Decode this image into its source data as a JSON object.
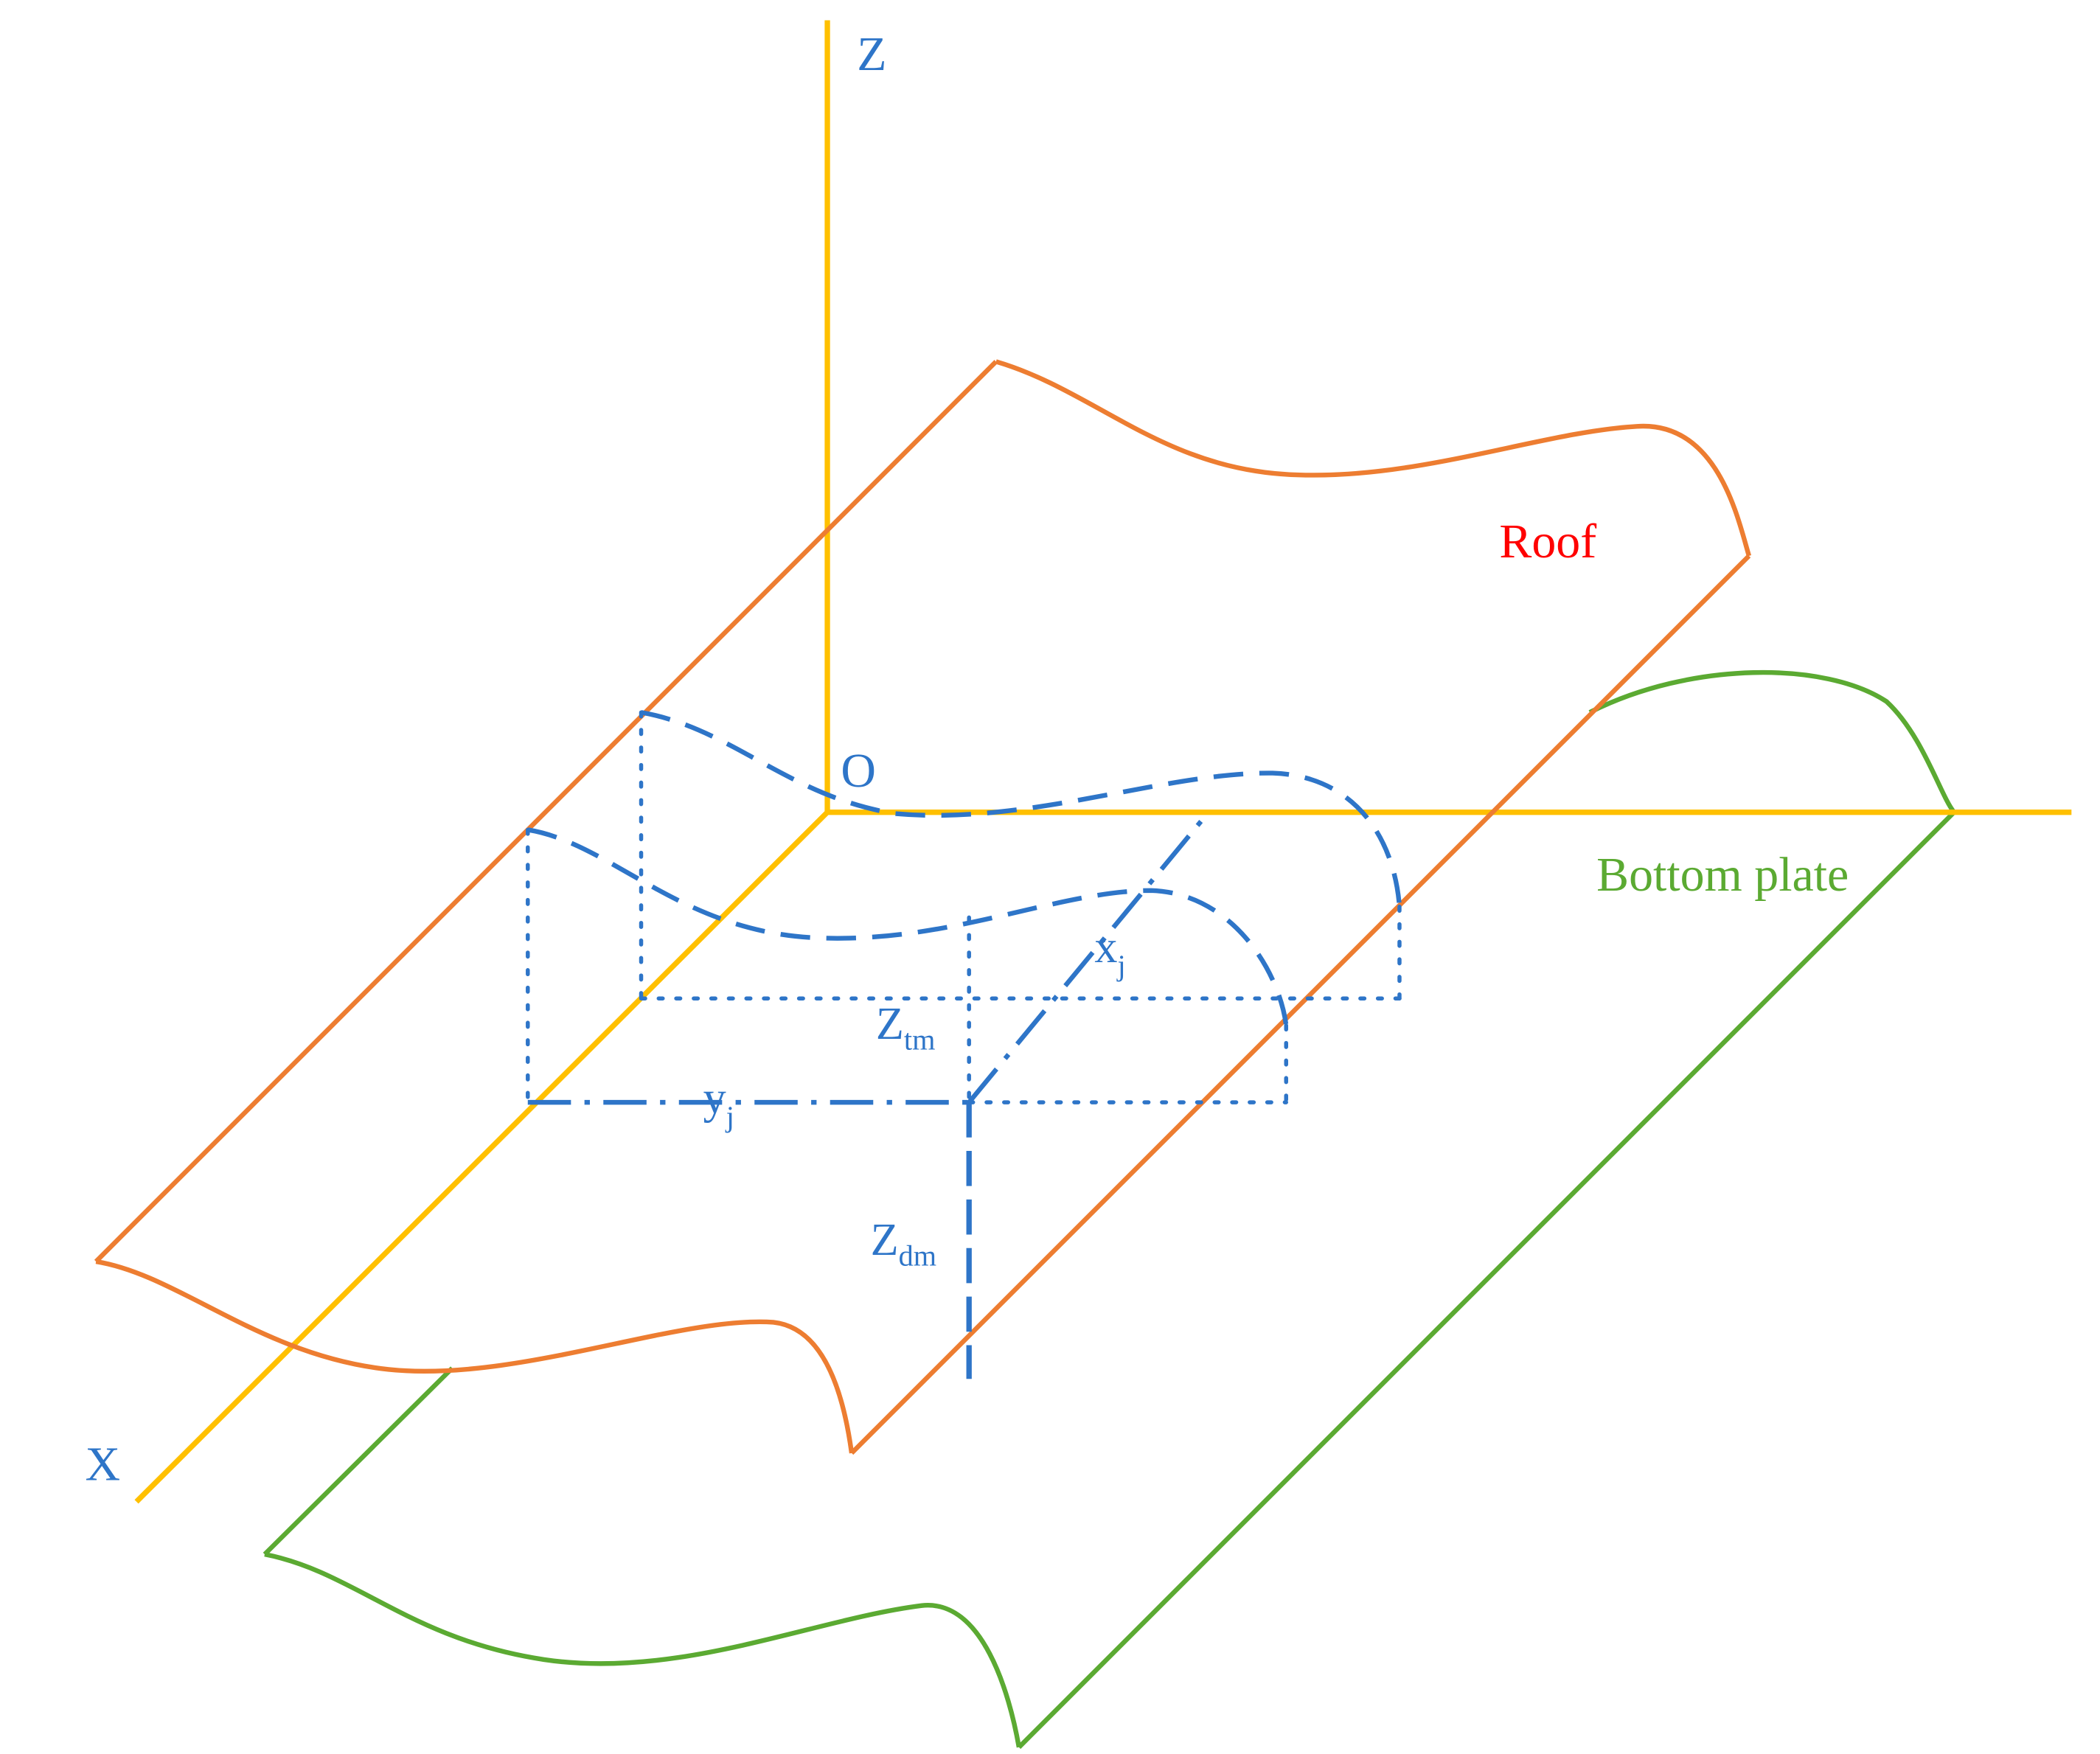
{
  "colors": {
    "axis": "#FFC000",
    "roof": "#ED7D31",
    "bottom_plate": "#5BAA32",
    "annotation": "#2E75C8",
    "roof_label": "#FF0000",
    "background": "#FFFFFF"
  },
  "axes": {
    "z_label": "Z",
    "x_label": "X",
    "origin_label": "O"
  },
  "surfaces": {
    "roof_label": "Roof",
    "bottom_plate_label": "Bottom plate"
  },
  "annotations": {
    "xj_main": "x",
    "xj_sub": "j",
    "yj_main": "y",
    "yj_sub": "j",
    "ztm_main": "Z",
    "ztm_sub": "tm",
    "zdm_main": "Z",
    "zdm_sub": "dm"
  }
}
